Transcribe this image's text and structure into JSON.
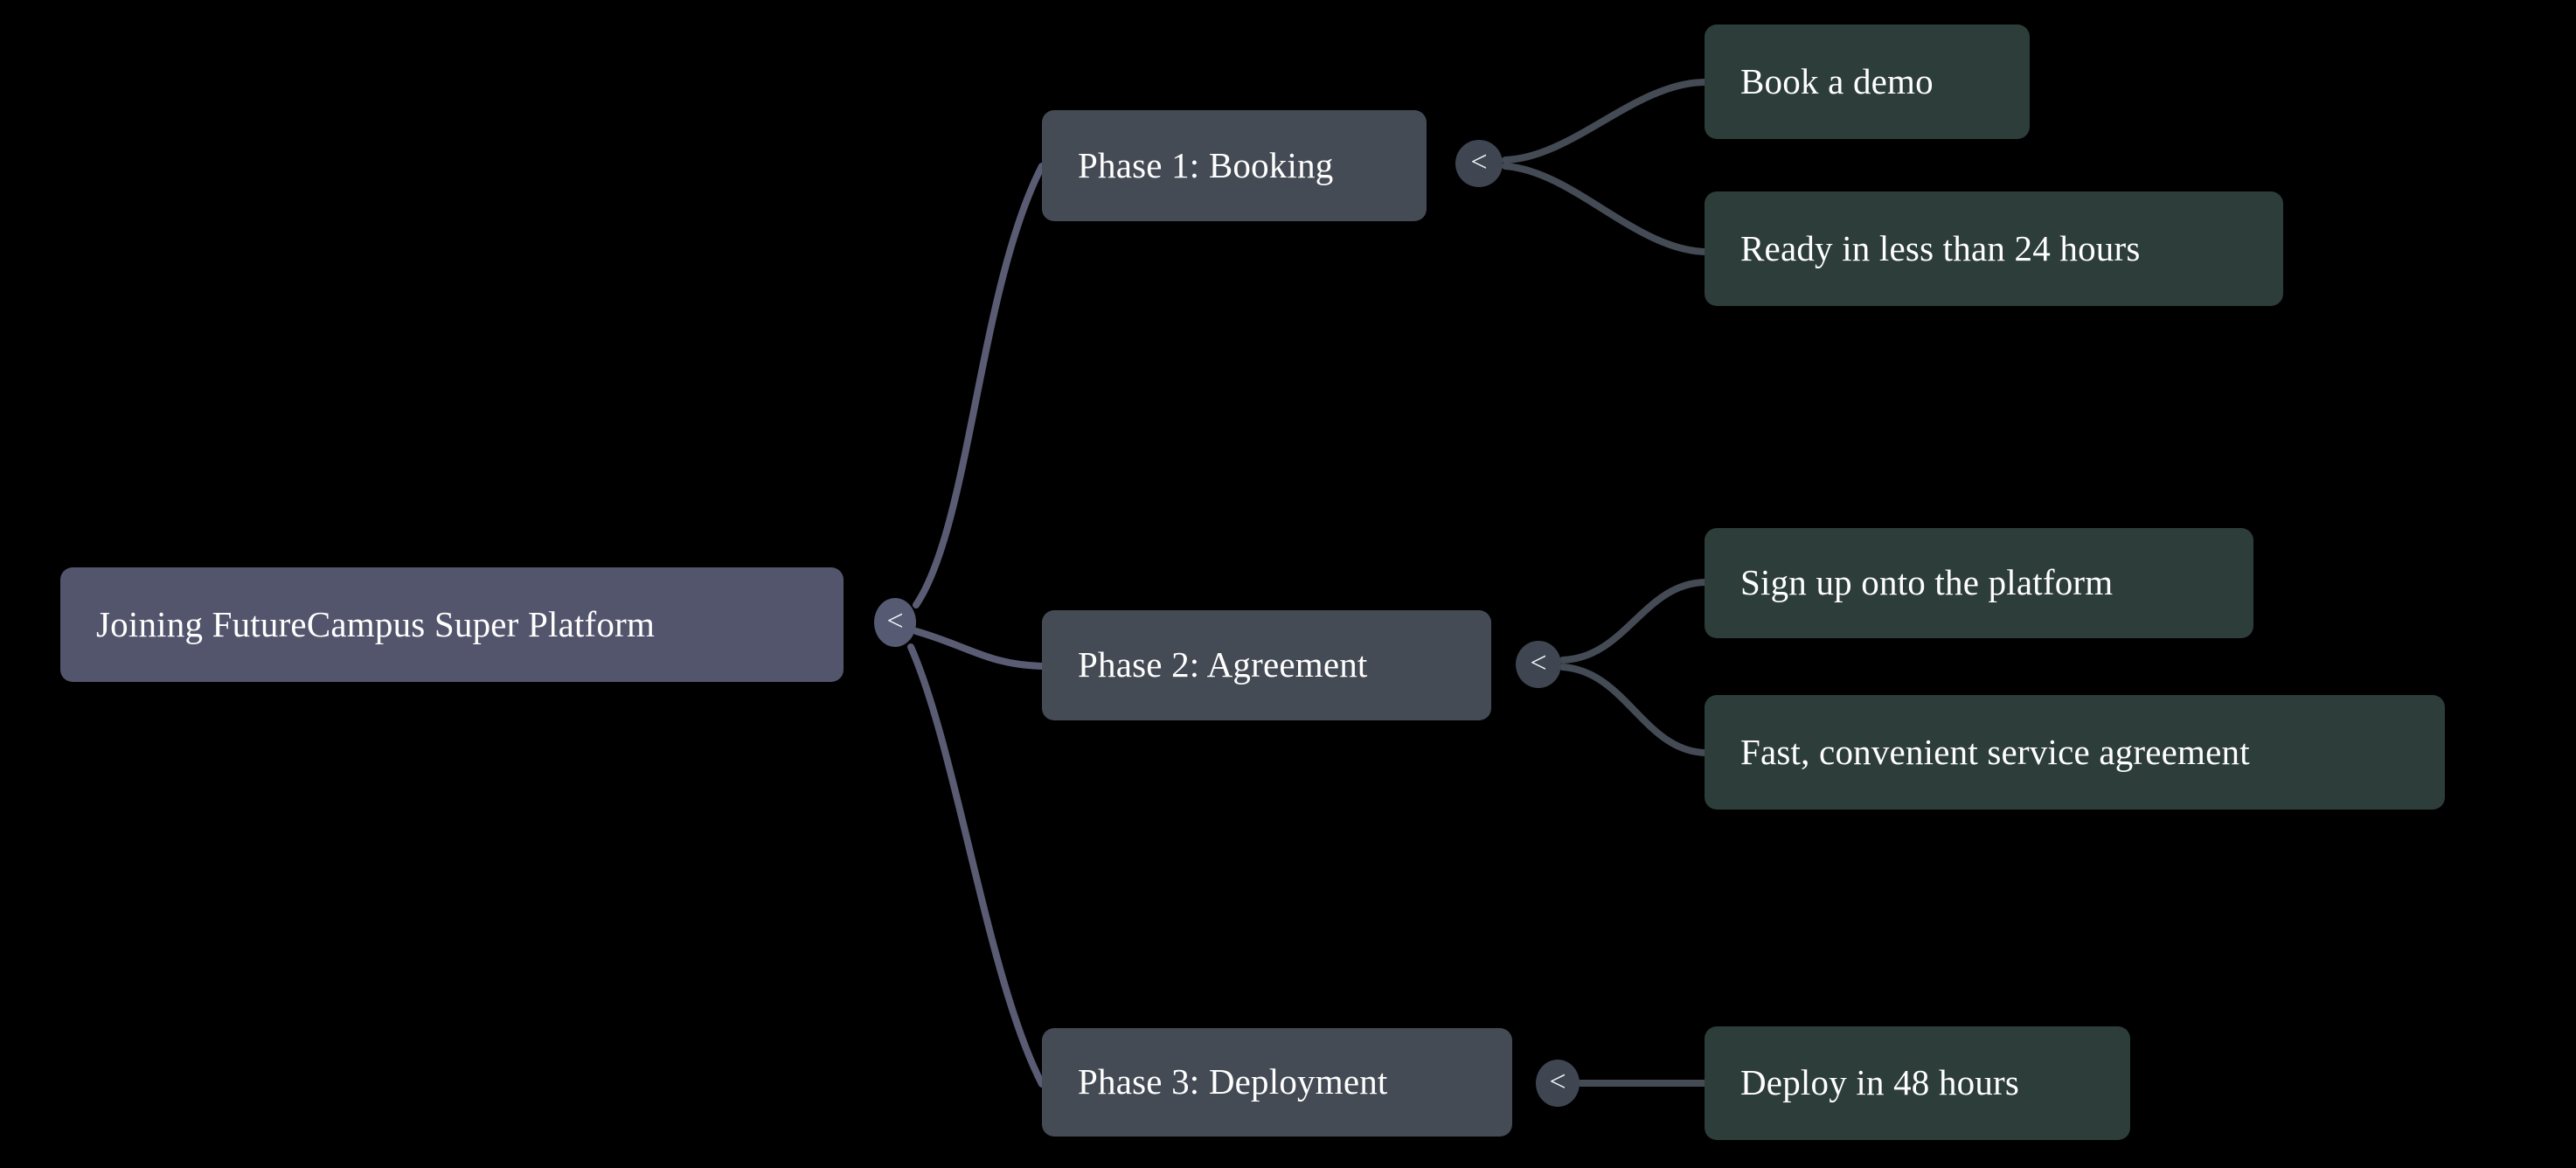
{
  "diagram": {
    "type": "mindmap",
    "background_color": "#000000",
    "edge_color": "#5a5c74",
    "title": "Joining FutureCampus Super Platform",
    "root": {
      "id": "root",
      "label": "Joining FutureCampus Super Platform",
      "color": "#53556d",
      "text_color": "#ffffff",
      "toggle": {
        "glyph": "<",
        "color": "#565a73",
        "state": "expanded"
      }
    },
    "branches": [
      {
        "id": "phase-1",
        "label": "Phase 1: Booking",
        "color": "#454b55",
        "toggle": {
          "glyph": "<",
          "color": "#3f4651",
          "state": "expanded"
        },
        "children": [
          {
            "id": "phase-1-child-1",
            "label": "Book a demo",
            "color": "#2d3d39"
          },
          {
            "id": "phase-1-child-2",
            "label": "Ready in less than 24 hours",
            "color": "#2d3d39"
          }
        ]
      },
      {
        "id": "phase-2",
        "label": "Phase 2: Agreement",
        "color": "#454b55",
        "toggle": {
          "glyph": "<",
          "color": "#3f4651",
          "state": "expanded"
        },
        "children": [
          {
            "id": "phase-2-child-1",
            "label": "Sign up onto the platform",
            "color": "#2d3d39"
          },
          {
            "id": "phase-2-child-2",
            "label": "Fast, convenient service agreement",
            "color": "#2d3d39"
          }
        ]
      },
      {
        "id": "phase-3",
        "label": "Phase 3: Deployment",
        "color": "#454b55",
        "toggle": {
          "glyph": "<",
          "color": "#3f4651",
          "state": "expanded"
        },
        "children": [
          {
            "id": "phase-3-child-1",
            "label": "Deploy in 48 hours",
            "color": "#2d3d39"
          }
        ]
      }
    ]
  }
}
